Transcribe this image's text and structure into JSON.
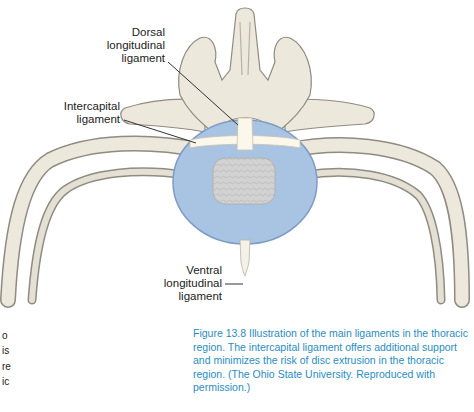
{
  "diagram": {
    "caption": "Figure 13.8 Illustration of the main ligaments in the thoracic region. The intercapital ligament offers additional support and minimizes the risk of disc extrusion in the thoracic region. (The Ohio State University. Reproduced with permission.)",
    "labels": [
      "Dorsal longitudinal ligament",
      "Intercapital ligament",
      "Ventral longitudinal ligament",
      "o",
      "is",
      "re",
      "ic"
    ]
  }
}
